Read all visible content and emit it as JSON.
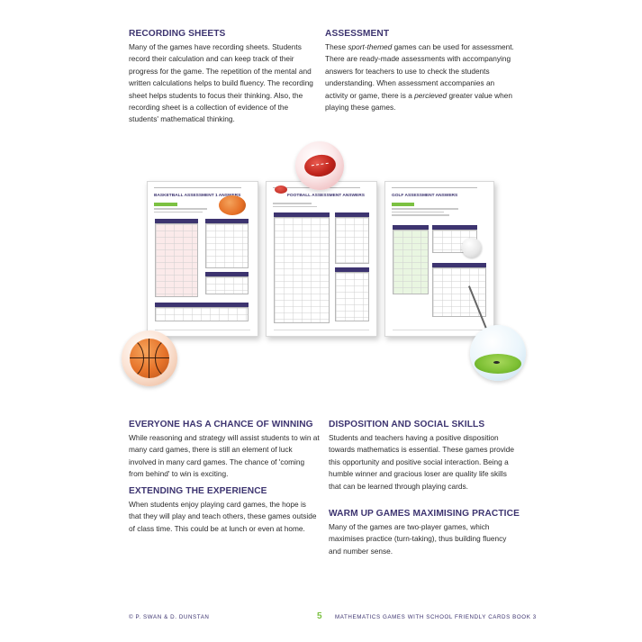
{
  "sections": {
    "recording": {
      "heading": "RECORDING SHEETS",
      "body": "Many of the games have recording sheets. Students record their calculation and can keep track of their progress for the game. The repetition of the mental and written calculations helps to build fluency. The recording sheet helps students to focus their thinking. Also, the recording sheet is a collection of evidence of the students' mathematical thinking."
    },
    "assessment": {
      "heading": "ASSESSMENT",
      "body_before": "These ",
      "body_em1": "sport-themed",
      "body_middle": " games can be used for assessment. There are ready-made assessments with accompanying answers for teachers to use to check the students understanding. When assessment accompanies an activity or game, there is a ",
      "body_em2": "percieved",
      "body_after": " greater value when playing these games."
    },
    "everyone": {
      "heading": "EVERYONE HAS A CHANCE OF WINNING",
      "body": "While reasoning and strategy will assist students to win at many card games, there is still an element of luck involved in many card games. The chance of 'coming from behind' to win is exciting."
    },
    "extending": {
      "heading": "EXTENDING THE EXPERIENCE",
      "body": "When students enjoy playing card games, the hope is that they will play and teach others, these games outside of class time. This could be at lunch or even at home."
    },
    "disposition": {
      "heading": "DISPOSITION AND SOCIAL SKILLS",
      "body": "Students and teachers having a positive disposition towards mathematics is essential. These games provide this opportunity and positive social interaction. Being a humble winner and gracious loser are quality life skills that can be learned through playing cards."
    },
    "warmup": {
      "heading": "WARM UP GAMES MAXIMISING PRACTICE",
      "body": "Many of the games are two-player games, which maximises practice (turn-taking), thus building fluency and number sense."
    }
  },
  "sheets": {
    "basketball": {
      "title": "BASKETBALL ASSESSMENT 1 ANSWERS"
    },
    "football": {
      "title": "FOOTBALL ASSESSMENT ANSWERS"
    },
    "golf": {
      "title": "GOLF ASSESSMENT ANSWERS"
    }
  },
  "footer": {
    "left": "© P. SWAN & D. DUNSTAN",
    "page": "5",
    "right": "MATHEMATICS GAMES WITH SCHOOL FRIENDLY CARDS BOOK 3"
  },
  "colors": {
    "heading": "#3d3470",
    "accent_green": "#7cc142",
    "body_text": "#2b2b2b"
  },
  "icons": [
    "afl-football-icon",
    "basketball-icon",
    "golf-ball-icon",
    "golf-green-icon"
  ]
}
